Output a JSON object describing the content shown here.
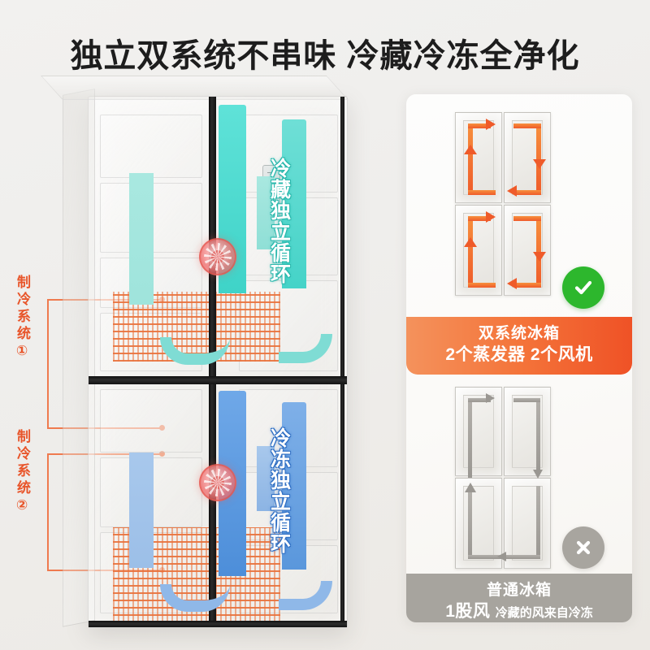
{
  "page": {
    "title": "独立双系统不串味 冷藏冷冻全净化",
    "background_color": "#efeeec"
  },
  "left_illustration": {
    "name": "transparent-refrigerator-cutaway",
    "callouts": [
      {
        "label": "制冷系统①",
        "color": "#e8552a",
        "target": "冷藏蒸发器"
      },
      {
        "label": "制冷系统②",
        "color": "#e8552a",
        "target": "冷冻蒸发器"
      }
    ],
    "airflow": [
      {
        "zone": "fridge",
        "ribbon_text": "冷藏独立循环",
        "arrow_color": "#3fd3c8",
        "text_color": "#ffffff"
      },
      {
        "zone": "freezer",
        "ribbon_text": "冷冻独立循环",
        "arrow_color": "#4d8ed9",
        "text_color": "#ffffff"
      }
    ],
    "components": {
      "evaporator_color": "#e8682e",
      "fan_color": "#e2504a",
      "fan_count": 2,
      "evaporator_count": 2
    }
  },
  "comparison_card": {
    "good": {
      "icon": "check-circle-icon",
      "icon_color": "#2db72d",
      "banner_line1": "双系统冰箱",
      "banner_line2": "2个蒸发器 2个风机",
      "banner_gradient_from": "#f4925c",
      "banner_gradient_to": "#ef5226",
      "loop_color": "#ef5b2a",
      "loops": 4
    },
    "bad": {
      "icon": "cross-circle-icon",
      "icon_color": "#a8a59f",
      "banner_line1": "普通冰箱",
      "banner_line2_strong": "1股风",
      "banner_line2_sub": "冷藏的风来自冷冻",
      "banner_color": "#a7a49e",
      "loop_color": "#9a9792",
      "loops": 1
    }
  }
}
